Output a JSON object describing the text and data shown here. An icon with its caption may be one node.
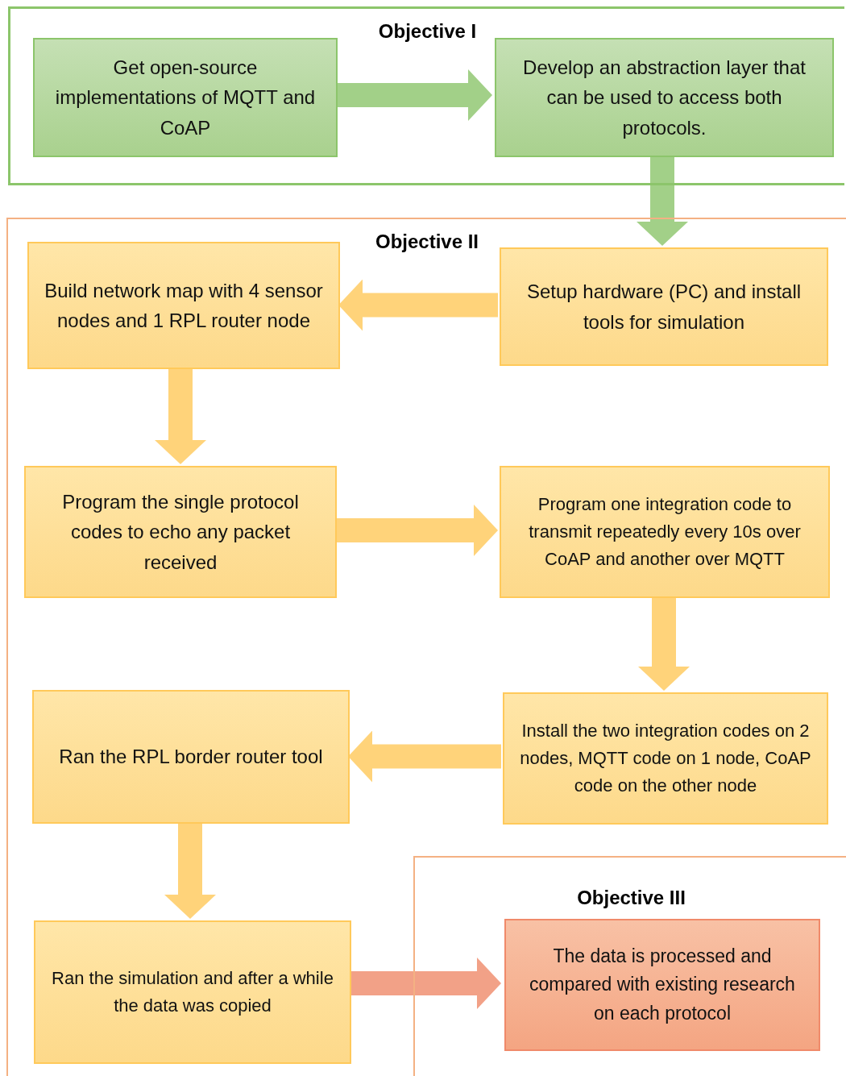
{
  "diagram": {
    "nodes": [
      {
        "text": [
          "Objective I"
        ]
      },
      {
        "text": [
          "Get open-source implementations of MQTT and CoAP"
        ],
        "in": 0
      },
      {
        "text": [
          "Develop an abstraction layer that can be used to access both protocols."
        ],
        "in": 0
      },
      {
        "text": [
          "Objective II"
        ]
      },
      {
        "text": [
          "Build network map with 4 sensor nodes and 1 RPL router node"
        ],
        "in": 3
      },
      {
        "text": [
          "Setup hardware (PC) and install tools for simulation"
        ],
        "in": 3
      },
      {
        "text": [
          "Program the single protocol codes to echo any packet received"
        ],
        "in": 3
      },
      {
        "text": [
          "Program one integration code to transmit repeatedly every 10s over CoAP and another over MQTT"
        ],
        "in": 3
      },
      {
        "text": [
          "Install the two integration codes on 2 nodes, MQTT code on 1 node, CoAP code on the other node"
        ],
        "in": 3
      },
      {
        "text": [
          "Ran the RPL border router tool"
        ],
        "in": 3
      },
      {
        "text": [
          "Ran the simulation and after a while the data was copied"
        ],
        "in": 3
      },
      {
        "text": [
          "Objective III"
        ],
        "in": 3
      },
      {
        "text": [
          "The data is processed and compared with existing research on each protocol"
        ],
        "in": 11
      }
    ],
    "edges": [
      {
        "from": 1,
        "to": 2,
        "arrow": "to",
        "color": "#8cc56b"
      },
      {
        "from": 2,
        "to": 5,
        "arrow": "to",
        "color": "#8cc56b"
      },
      {
        "from": 5,
        "to": 4,
        "arrow": "to"
      },
      {
        "from": 4,
        "to": 6,
        "arrow": "to"
      },
      {
        "from": 6,
        "to": 7,
        "arrow": "to"
      },
      {
        "from": 7,
        "to": 8,
        "arrow": "to"
      },
      {
        "from": 8,
        "to": 9,
        "arrow": "to"
      },
      {
        "from": 9,
        "to": 10,
        "arrow": "to"
      },
      {
        "from": 10,
        "to": 12,
        "arrow": "to",
        "color": "#f08a6a"
      }
    ]
  }
}
